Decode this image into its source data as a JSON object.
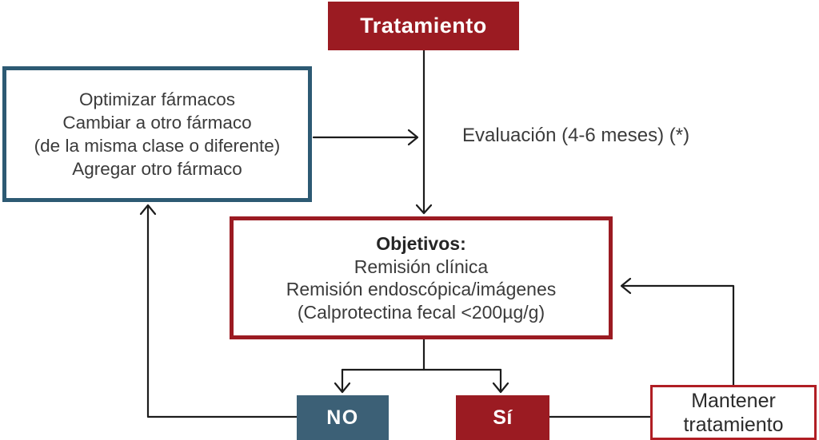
{
  "diagram": {
    "background": "#ffffff",
    "colors": {
      "dark_red": "#9b1b22",
      "blue_fill": "#3c6076",
      "blue_border": "#2d5a73",
      "red_border_light": "#b01e24",
      "line": "#1c1c1c",
      "text": "#3b3b3b"
    },
    "nodes": {
      "tratamiento": {
        "label": "Tratamiento"
      },
      "opciones": {
        "lines": [
          "Optimizar fármacos",
          "Cambiar a otro fármaco",
          "(de la misma clase o diferente)",
          "Agregar otro fármaco"
        ]
      },
      "evaluacion": {
        "label": "Evaluación (4-6 meses) (*)"
      },
      "objetivos": {
        "title": "Objetivos:",
        "lines": [
          "Remisión clínica",
          "Remisión endoscópica/imágenes",
          "(Calprotectina fecal <200µg/g)"
        ]
      },
      "no": {
        "label": "NO"
      },
      "si": {
        "label": "Sí"
      },
      "mantener": {
        "lines": [
          "Mantener",
          "tratamiento"
        ]
      }
    }
  }
}
